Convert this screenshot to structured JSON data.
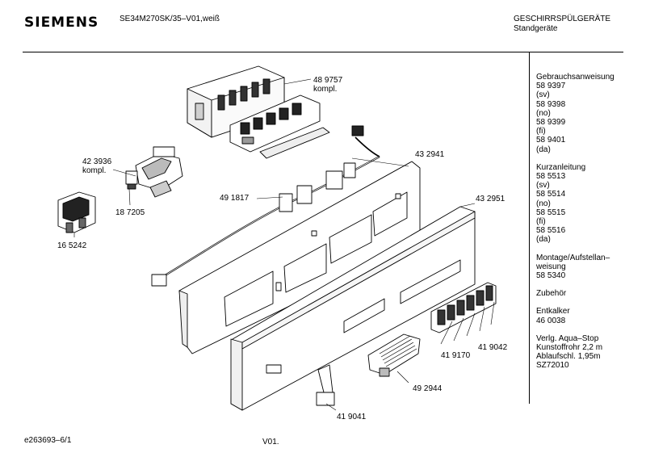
{
  "header": {
    "brand": "SIEMENS",
    "model": "SE34M270SK/35–V01,weiß",
    "category_line1": "GESCHIRRSPÜLGERÄTE",
    "category_line2": "Standgeräte"
  },
  "sidebar": {
    "lines": [
      "Gebrauchsanweisung",
      "58 9397",
      "(sv)",
      "58 9398",
      "(no)",
      "58 9399",
      "(fi)",
      "58 9401",
      "(da)",
      "",
      "Kurzanleitung",
      "58 5513",
      "(sv)",
      "58 5514",
      "(no)",
      "58 5515",
      "(fi)",
      "58 5516",
      "(da)",
      "",
      "Montage/Aufstellan–",
      "weisung",
      "58 5340",
      "",
      "Zubehör",
      "",
      "Entkalker",
      "46 0038",
      "",
      "Verlg. Aqua–Stop",
      "Kunstoffrohr 2,2 m",
      "Ablaufschl. 1,95m",
      "SZ72010"
    ]
  },
  "parts": {
    "p489757_num": "48 9757",
    "p489757_note": "kompl.",
    "p423936_num": "42 3936",
    "p423936_note": "kompl.",
    "p187205": "18 7205",
    "p165242": "16 5242",
    "p491817": "49 1817",
    "p432941": "43 2941",
    "p432951": "43 2951",
    "p419170": "41 9170",
    "p419042": "41 9042",
    "p492944": "49 2944",
    "p419041": "41 9041"
  },
  "footer": {
    "doc_id": "e263693–6/1",
    "version": "V01."
  }
}
